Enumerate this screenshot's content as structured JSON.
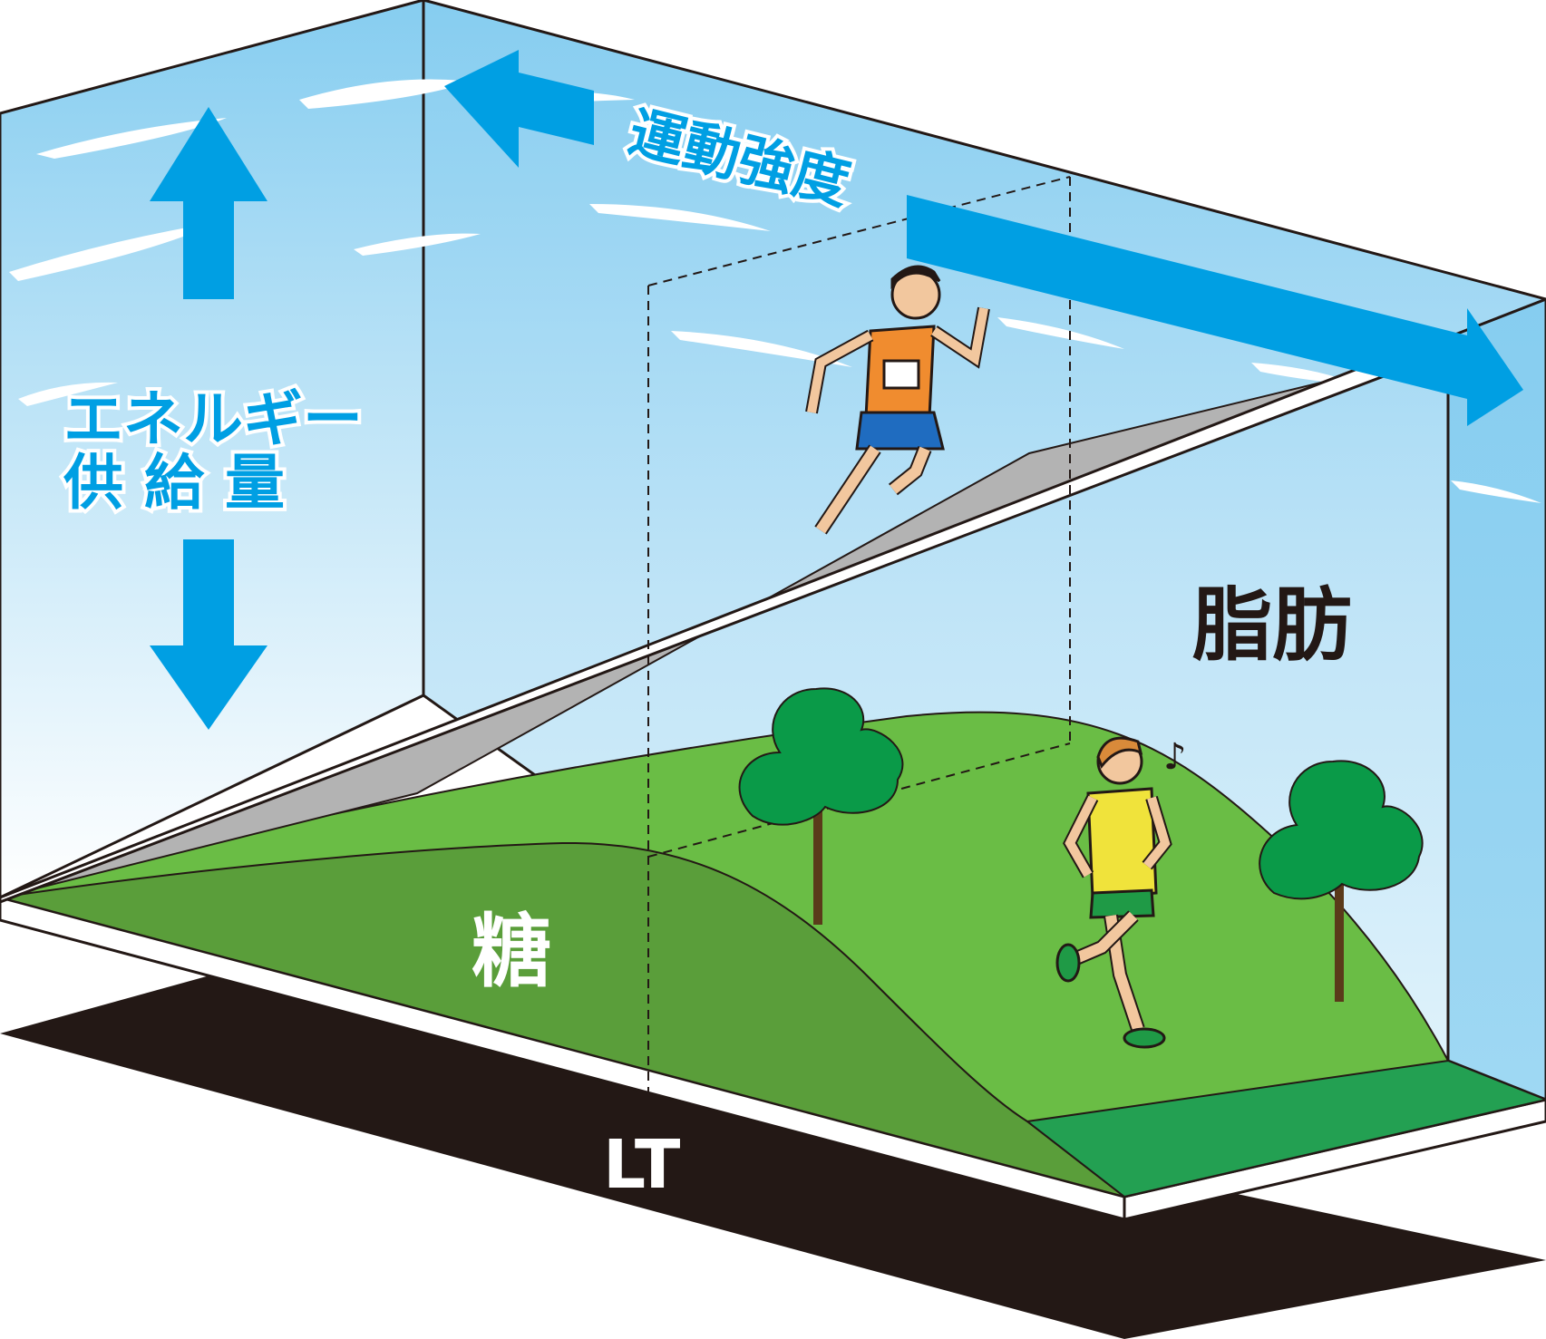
{
  "labels": {
    "energy_line1": "エネルギー",
    "energy_line2": "供 給 量",
    "intensity": "運動強度",
    "fat": "脂肪",
    "sugar": "糖",
    "lt": "LT",
    "note": "♪"
  },
  "colors": {
    "sky_top": "#86cdf0",
    "sky_bottom": "#ffffff",
    "arrow_blue": "#009fe3",
    "grass_light": "#6abd45",
    "grass_dark": "#5a9e3a",
    "floor_green": "#23a052",
    "shadow": "#231815",
    "ramp_gray": "#b3b3b3",
    "tree_green": "#0a9a48"
  },
  "icons": [
    "up-arrow-icon",
    "down-arrow-icon",
    "left-arrow-icon",
    "right-arrow-icon",
    "tree-icon",
    "runner-icon",
    "jogger-icon",
    "music-note-icon"
  ]
}
